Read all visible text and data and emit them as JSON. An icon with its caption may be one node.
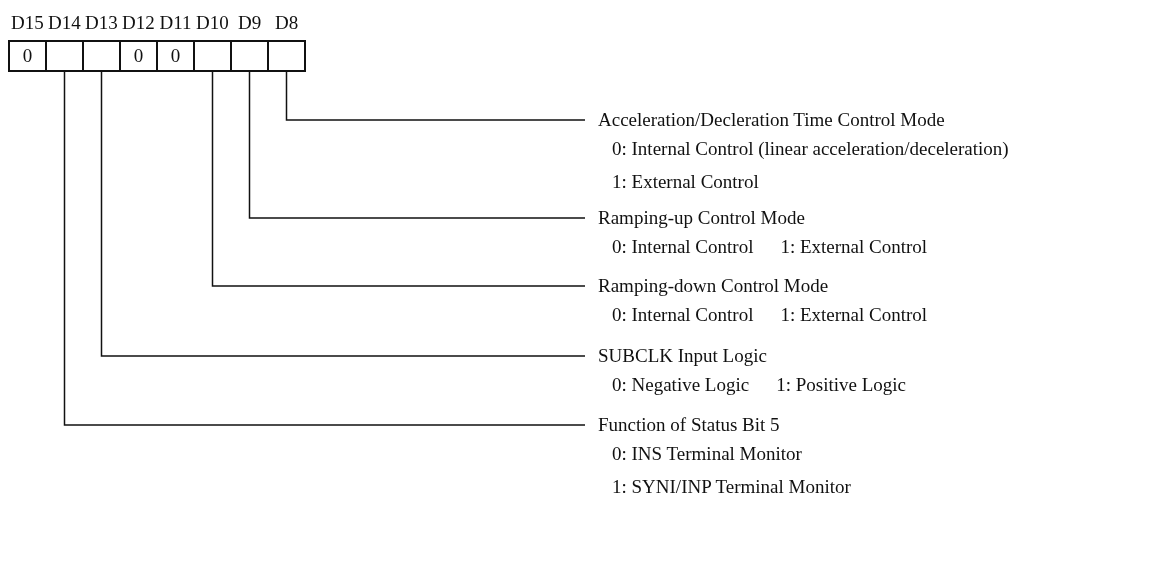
{
  "diagram": {
    "nodes": [
      {
        "text": [
          "0"
        ],
        "beside": [
          "D15"
        ]
      },
      {
        "text": [],
        "shape": "box",
        "beside": [
          "D14"
        ]
      },
      {
        "text": [],
        "shape": "box",
        "beside": [
          "D13"
        ]
      },
      {
        "text": [
          "0"
        ],
        "beside": [
          "D12"
        ]
      },
      {
        "text": [
          "0"
        ],
        "beside": [
          "D11"
        ]
      },
      {
        "text": [],
        "shape": "box",
        "beside": [
          "D10"
        ]
      },
      {
        "text": [],
        "shape": "box",
        "beside": [
          "D9"
        ]
      },
      {
        "text": [],
        "shape": "box",
        "beside": [
          "D8"
        ]
      },
      {
        "text": [
          "Acceleration/Decleration Time Control Mode",
          "0: Internal Control (linear acceleration/deceleration)",
          "1: External Control"
        ]
      },
      {
        "text": [
          "Ramping-up Control Mode",
          "0: Internal Control",
          "1: External Control"
        ]
      },
      {
        "text": [
          "Ramping-down Control Mode",
          "0: Internal Control",
          "1: External Control"
        ]
      },
      {
        "text": [
          "SUBCLK Input Logic",
          "0: Negative Logic",
          "1: Positive Logic"
        ]
      },
      {
        "text": [
          "Function of Status Bit 5",
          "0: INS Terminal Monitor",
          "1: SYNI/INP Terminal Monitor"
        ]
      }
    ],
    "edges": [
      {
        "from": 7,
        "to": 8,
        "arrow": "none"
      },
      {
        "from": 6,
        "to": 9,
        "arrow": "none"
      },
      {
        "from": 5,
        "to": 10,
        "arrow": "none"
      },
      {
        "from": 2,
        "to": 11,
        "arrow": "none"
      },
      {
        "from": 1,
        "to": 12,
        "arrow": "none"
      }
    ]
  }
}
